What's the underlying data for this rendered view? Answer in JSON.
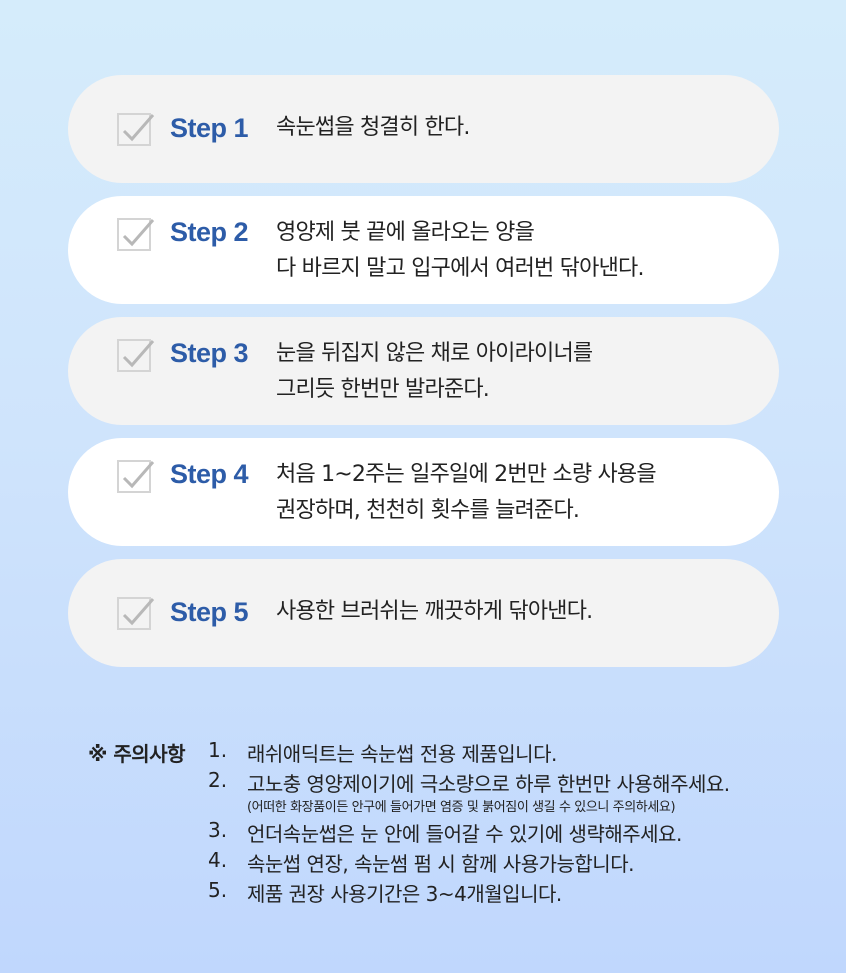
{
  "steps": [
    {
      "label": "Step 1",
      "lines": [
        "속눈썹을 청결히 한다."
      ],
      "background": "#f3f3f3"
    },
    {
      "label": "Step 2",
      "lines": [
        "영양제 붓 끝에 올라오는 양을",
        "다 바르지 말고 입구에서 여러번 닦아낸다."
      ],
      "background": "#ffffff"
    },
    {
      "label": "Step 3",
      "lines": [
        "눈을 뒤집지 않은 채로 아이라이너를",
        "그리듯 한번만 발라준다."
      ],
      "background": "#f3f3f3"
    },
    {
      "label": "Step 4",
      "lines": [
        "처음 1~2주는 일주일에 2번만 소량 사용을",
        "권장하며, 천천히 횟수를 늘려준다."
      ],
      "background": "#ffffff"
    },
    {
      "label": "Step 5",
      "lines": [
        "사용한 브러쉬는 깨끗하게 닦아낸다."
      ],
      "background": "#f3f3f3"
    }
  ],
  "check_icon": "checkbox-checked-icon",
  "notice": {
    "title": "※ 주의사항",
    "items": [
      {
        "num": "1.",
        "text": "래쉬애딕트는 속눈썹 전용 제품입니다."
      },
      {
        "num": "2.",
        "text": "고노충 영양제이기에 극소량으로 하루 한번만 사용해주세요.",
        "sub": "(어떠한 화장품이든 안구에 들어가면 염증 및 붉어짐이 생길 수 있으니 주의하세요)"
      },
      {
        "num": "3.",
        "text": "언더속눈썹은 눈 안에 들어갈 수 있기에 생략해주세요."
      },
      {
        "num": "4.",
        "text": "속눈썹 연장, 속눈썸 펌 시 함께 사용가능합니다."
      },
      {
        "num": "5.",
        "text": "제품 권장 사용기간은 3~4개월입니다."
      }
    ]
  },
  "colors": {
    "accent": "#2d5ca8",
    "bg_top": "#d5ecfb",
    "bg_bottom": "#c0d7fd",
    "card_gray": "#f3f3f3",
    "card_white": "#ffffff",
    "checkbox_border": "#d4d4d4",
    "check_mark": "#b8b8b8"
  }
}
